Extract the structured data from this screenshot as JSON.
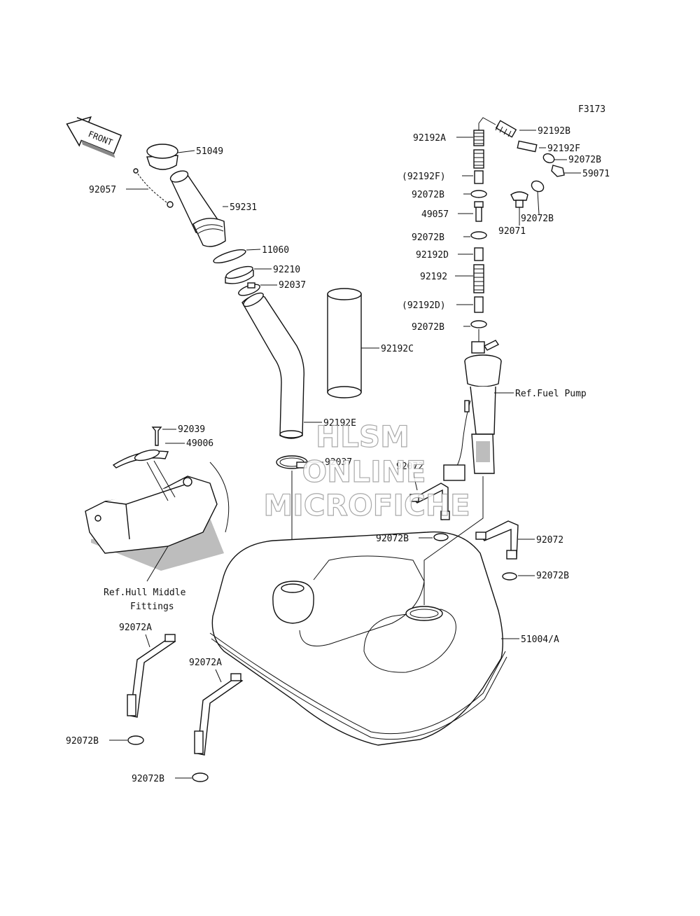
{
  "figure_code": "F3173",
  "front_label": "FRONT",
  "labels": {
    "l51049": "51049",
    "l92057": "92057",
    "l59231": "59231",
    "l11060": "11060",
    "l92210": "92210",
    "l92037a": "92037",
    "l92192C": "92192C",
    "l92192E": "92192E",
    "l92039": "92039",
    "l49006": "49006",
    "l92037b": "92037",
    "l92192A": "92192A",
    "l92192B": "92192B",
    "l92192F": "92192F",
    "l92072B_top": "92072B",
    "l59071": "59071",
    "l92192Fp": "(92192F)",
    "l92072B_1": "92072B",
    "l49057": "49057",
    "l92072B_r": "92072B",
    "l92071": "92071",
    "l92072B_2": "92072B",
    "l92192D": "92192D",
    "l92192": "92192",
    "l92192Dp": "(92192D)",
    "l92072B_3": "92072B",
    "l92072_a": "92072",
    "l92072B_4": "92072B",
    "l92072_b": "92072",
    "l92072B_5": "92072B",
    "l51004A": "51004/A",
    "l92072A_1": "92072A",
    "l92072A_2": "92072A",
    "l92072B_6": "92072B",
    "l92072B_7": "92072B"
  },
  "refs": {
    "fuel_pump": "Ref.Fuel Pump",
    "hull_line1": "Ref.Hull Middle",
    "hull_line2": "Fittings"
  },
  "watermark": {
    "line1": "HLSM",
    "line2": "ONLINE",
    "line3": "MICROFICHE"
  }
}
